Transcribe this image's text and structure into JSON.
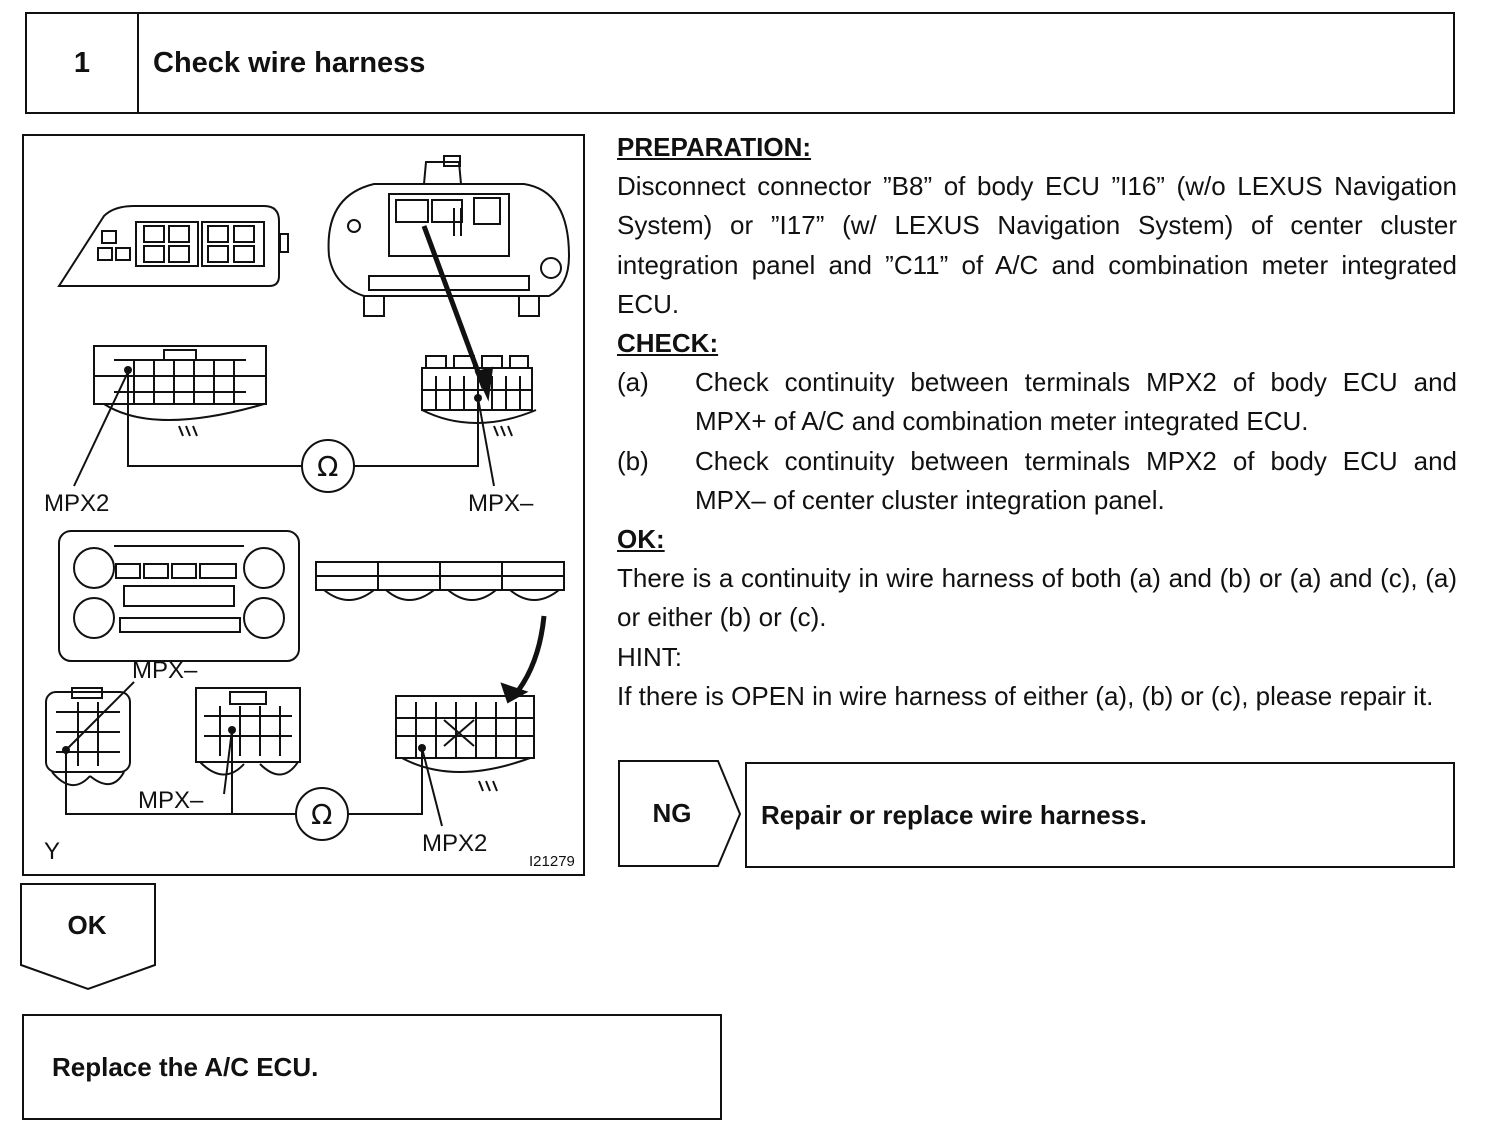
{
  "step": {
    "number": "1",
    "title": "Check wire harness"
  },
  "figure": {
    "labels": {
      "mpx2_top": "MPX2",
      "mpx_minus_top": "MPX–",
      "mpx_minus_mid": "MPX–",
      "mpx_minus_bottom": "MPX–",
      "mpx2_bottom": "MPX2",
      "corner": "Y",
      "figure_id": "I21279"
    },
    "ohmmeter_symbol": "Ω"
  },
  "preparation": {
    "heading": "PREPARATION:",
    "text": "Disconnect connector ”B8” of body ECU ”I16” (w/o LEXUS Navigation System) or ”I17” (w/ LEXUS Navigation System) of center cluster integration panel and ”C11” of A/C and combination meter integrated ECU."
  },
  "check": {
    "heading": "CHECK:",
    "items": [
      {
        "key": "(a)",
        "text": "Check continuity between terminals MPX2 of body ECU and MPX+ of A/C and combination meter integrated ECU."
      },
      {
        "key": "(b)",
        "text": "Check continuity between terminals MPX2 of body ECU and MPX– of center cluster integration panel."
      }
    ]
  },
  "ok_section": {
    "heading": "OK:",
    "text": "There is a continuity in wire harness of both (a) and (b) or (a) and (c), (a) or either (b) or (c)."
  },
  "hint": {
    "heading": "HINT:",
    "text": "If there is OPEN in wire harness of either (a), (b) or (c), please repair it."
  },
  "ng_branch": {
    "label": "NG",
    "action": "Repair or replace wire harness."
  },
  "ok_branch": {
    "label": "OK",
    "action": "Replace the A/C ECU."
  }
}
